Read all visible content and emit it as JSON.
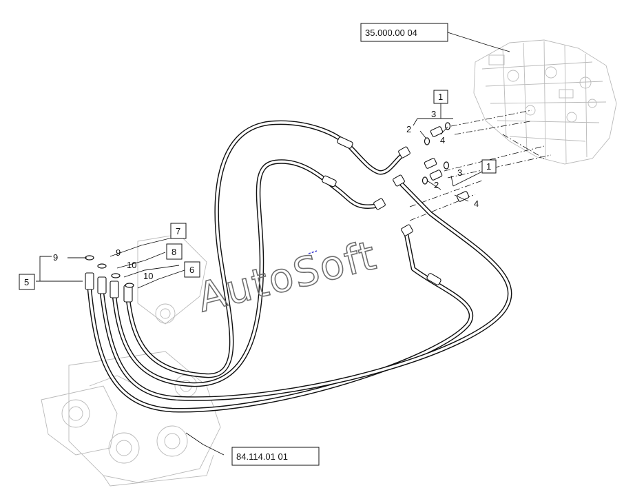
{
  "references": {
    "valve_ref": "35.000.00 04",
    "base_ref": "84.114.01 01"
  },
  "watermark": "AutoSoft",
  "callouts": {
    "c1_upper": "1",
    "c1_lower": "1",
    "c5": "5",
    "c6": "6",
    "c7": "7",
    "c8": "8"
  },
  "labels": {
    "n3_upper": "3",
    "n2_upper": "2",
    "n4_upper": "4",
    "n3_lower": "3",
    "n2_lower": "2",
    "n4_lower": "4",
    "n9_left": "9",
    "n9_mid": "9",
    "n10_a": "10",
    "n10_b": "10"
  }
}
